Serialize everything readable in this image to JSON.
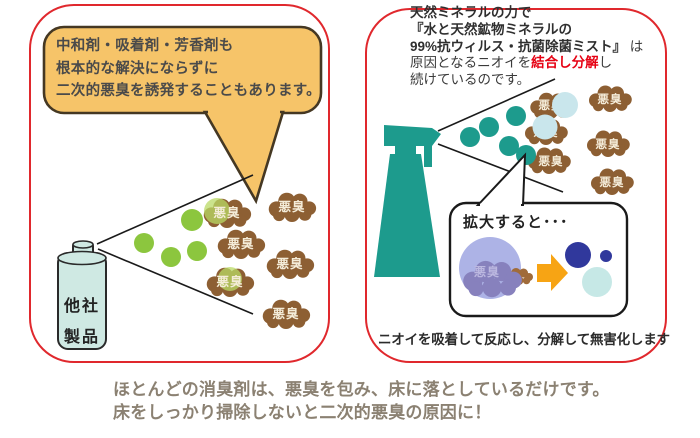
{
  "labels": {
    "malodor": "悪臭"
  },
  "left_panel": {
    "bubble_lines": [
      "中和剤・吸着剤・芳香剤も",
      "根本的な解決にならずに",
      "二次的悪臭を誘発することもあります。"
    ],
    "can_line1": "他社",
    "can_line2": "製品"
  },
  "right_panel": {
    "desc_line1": "天然ミネラルの力で",
    "desc_line2": "『水と天然鉱物ミネラルの",
    "desc_line3_main": "99%抗ウィルス・抗菌除菌ミスト』",
    "desc_line3_post": "は",
    "desc_line4_pre": "原因となるニオイを",
    "desc_line4_red": "結合し分解",
    "desc_line4_post": "し",
    "desc_line5": "続けているのです。",
    "inset_title": "拡大すると･･･",
    "caption": "ニオイを吸着して反応し、分解して無害化します"
  },
  "footer": {
    "line1": "ほとんどの消臭剤は、悪臭を包み、床に落としているだけです。",
    "line2": "床をしっかり掃除しないと二次的悪臭の原因に！"
  },
  "colors": {
    "panel_border_red": "#e0282d",
    "highlight_red": "#e60012",
    "speech_bubble_fill": "#f6c469",
    "odor_blob_brown": "#8d5f33",
    "deodorant_green": "#8cc63e",
    "mist_teal": "#1d9b8d",
    "pale_mist_blue": "#c9e6ec",
    "arrow_orange": "#f7a414",
    "magnified_purple": "#8781bd",
    "magnified_periwinkle": "#adb3e6",
    "result_dark_blue": "#30389c",
    "result_cyan": "#c6e8e6",
    "footer_text_brown": "#8b8172"
  }
}
